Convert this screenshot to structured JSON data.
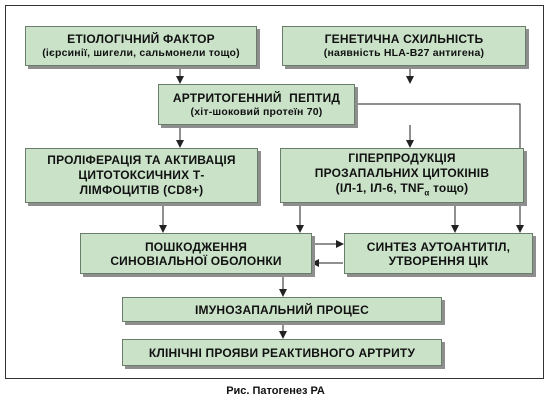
{
  "boxes": {
    "etiological": {
      "title": "ЕТІОЛОГІЧНИЙ ФАКТОР",
      "sub": "(ієрсинії, шигели, сальмонели тощо)"
    },
    "genetic": {
      "title": "ГЕНЕТИЧНА СХИЛЬНІСТЬ",
      "sub": "(наявність HLA-B27 антигена)"
    },
    "peptide": {
      "title": "АРТРИТОГЕННИЙ  ПЕПТИД",
      "sub": "(хіт-шоковий протеїн 70)"
    },
    "proliferation": {
      "line1": "ПРОЛІФЕРАЦІЯ ТА АКТИВАЦІЯ",
      "line2": "ЦИТОТОКСИЧНИХ Т-",
      "line3": "ЛІМФОЦИТІВ (CD8+)"
    },
    "hyperproduction": {
      "line1": "ГІПЕРПРОДУКЦІЯ",
      "line2": "ПРОЗАПАЛЬНИХ ЦИТОКІНІВ",
      "line3_pre": "(ІЛ-1, ІЛ-6, TNF",
      "line3_sub": "α",
      "line3_post": " тощо)"
    },
    "damage": {
      "line1": "ПОШКОДЖЕННЯ",
      "line2": "СИНОВІАЛЬНОЇ ОБОЛОНКИ"
    },
    "autoantibodies": {
      "line1": "СИНТЕЗ АУТОАНТИТІЛ,",
      "line2": "УТВОРЕННЯ ЦІК"
    },
    "immuno": {
      "title": "ІМУНОЗАПАЛЬНИЙ ПРОЦЕС"
    },
    "clinical": {
      "title": "КЛІНІЧНІ ПРОЯВИ РЕАКТИВНОГО АРТРИТУ"
    }
  },
  "caption": "Рис. Патогенез РА",
  "colors": {
    "box_fill": "#c9e2c8",
    "box_border": "#6a7d6a",
    "shadow": "#8e8e8e",
    "line": "#222222"
  }
}
